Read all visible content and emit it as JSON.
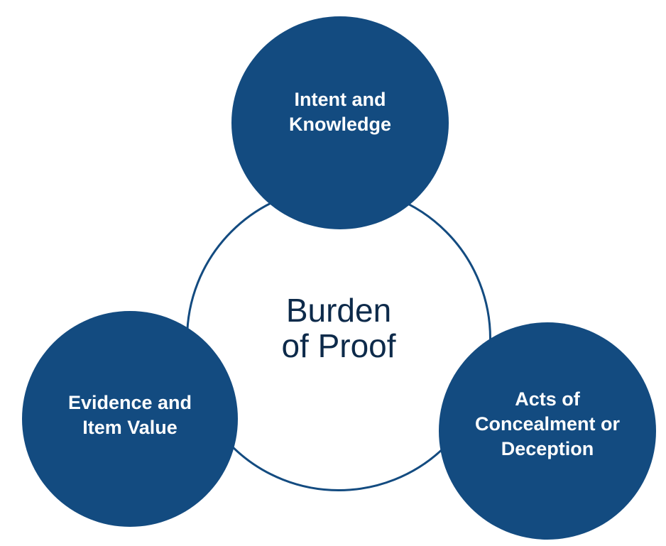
{
  "diagram": {
    "center": {
      "label": "Burden\nof Proof"
    },
    "nodes": [
      {
        "label": "Intent and\nKnowledge"
      },
      {
        "label": "Evidence and\nItem Value"
      },
      {
        "label": "Acts of\nConcealment or\nDeception"
      }
    ]
  },
  "colors": {
    "node_fill": "#134b80",
    "center_stroke": "#134b80",
    "center_text": "#0d2a4a",
    "node_text": "#ffffff",
    "background": "#ffffff"
  }
}
